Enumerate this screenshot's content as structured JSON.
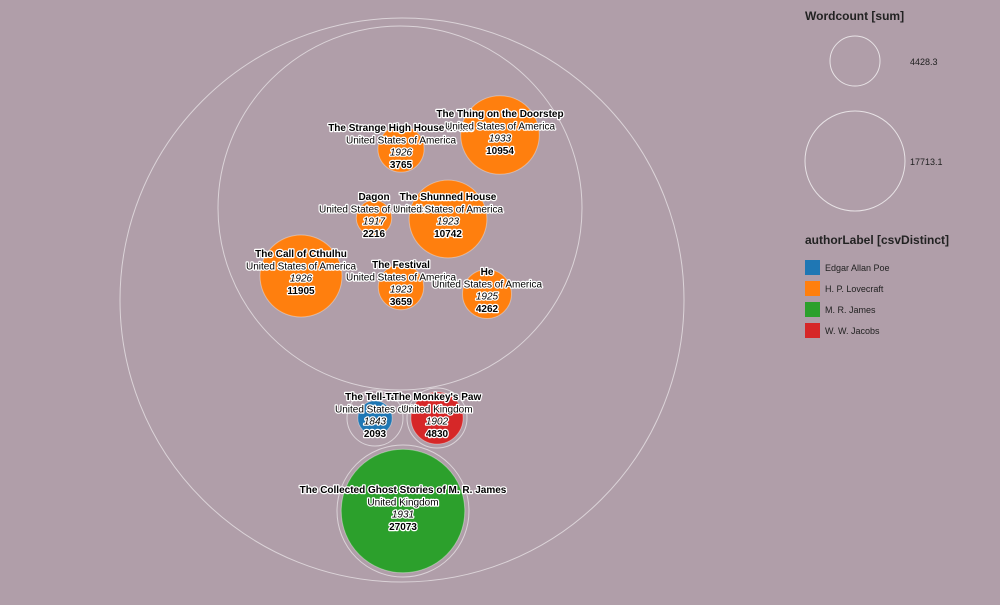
{
  "chart_data": {
    "type": "bubble",
    "size_legend": {
      "title": "Wordcount [sum]",
      "values": [
        4428.3,
        17713.1
      ],
      "labels": [
        "4428.3",
        "17713.1"
      ]
    },
    "color_legend": {
      "title": "authorLabel [csvDistinct]",
      "items": [
        {
          "label": "Edgar Allan Poe",
          "color": "#1f77b4"
        },
        {
          "label": "H. P. Lovecraft",
          "color": "#ff7f0e"
        },
        {
          "label": "M. R. James",
          "color": "#2ca02c"
        },
        {
          "label": "W. W. Jacobs",
          "color": "#d62728"
        }
      ]
    },
    "works": [
      {
        "title": "The Strange High House in the Mist",
        "title_display": "The Strange High House in the",
        "country": "United States of America",
        "year": "1926",
        "wordcount": 3765,
        "author": "H. P. Lovecraft"
      },
      {
        "title": "The Thing on the Doorstep",
        "title_display": "The Thing on the Doorstep",
        "country": "United States of America",
        "year": "1933",
        "wordcount": 10954,
        "author": "H. P. Lovecraft"
      },
      {
        "title": "Dagon",
        "title_display": "Dagon",
        "country": "United States of America",
        "year": "1917",
        "wordcount": 2216,
        "author": "H. P. Lovecraft"
      },
      {
        "title": "The Shunned House",
        "title_display": "The Shunned House",
        "country": "United States of America",
        "year": "1923",
        "wordcount": 10742,
        "author": "H. P. Lovecraft"
      },
      {
        "title": "The Call of Cthulhu",
        "title_display": "The Call of Cthulhu",
        "country": "United States of America",
        "year": "1926",
        "wordcount": 11905,
        "author": "H. P. Lovecraft"
      },
      {
        "title": "The Festival",
        "title_display": "The Festival",
        "country": "United States of America",
        "year": "1923",
        "wordcount": 3659,
        "author": "H. P. Lovecraft"
      },
      {
        "title": "He",
        "title_display": "He",
        "country": "United States of America",
        "year": "1925",
        "wordcount": 4262,
        "author": "H. P. Lovecraft"
      },
      {
        "title": "The Tell-Tale Heart",
        "title_display": "The Tell-Tale",
        "country": "United States of America",
        "country_display": "United States of A",
        "year": "1843",
        "wordcount": 2093,
        "author": "Edgar Allan Poe"
      },
      {
        "title": "The Monkey's Paw",
        "title_display": "The Monkey's Paw",
        "country": "United Kingdom",
        "year": "1902",
        "wordcount": 4830,
        "author": "W. W. Jacobs"
      },
      {
        "title": "The Collected Ghost Stories of M. R. James",
        "title_display": "The Collected Ghost Stories of M. R. James",
        "country": "United Kingdom",
        "year": "1931",
        "wordcount": 27073,
        "author": "M. R. James"
      }
    ]
  }
}
